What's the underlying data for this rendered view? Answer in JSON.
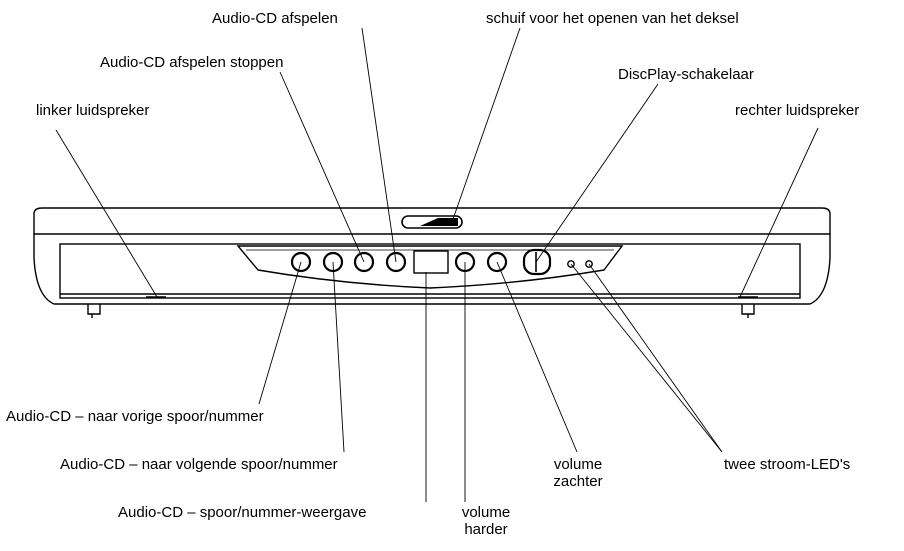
{
  "labels": {
    "audio_cd_play": "Audio-CD afspelen",
    "lid_slider": "schuif voor het openen van het deksel",
    "audio_cd_stop": "Audio-CD afspelen stoppen",
    "discplay_switch": "DiscPlay-schakelaar",
    "left_speaker": "linker luidspreker",
    "right_speaker": "rechter luidspreker",
    "prev_track": "Audio-CD – naar vorige spoor/nummer",
    "next_track": "Audio-CD – naar volgende spoor/nummer",
    "track_display": "Audio-CD – spoor/nummer-weergave",
    "volume_down_line1": "volume",
    "volume_down_line2": "zachter",
    "volume_up_line1": "volume",
    "volume_up_line2": "harder",
    "power_leds": "twee stroom-LED's"
  }
}
